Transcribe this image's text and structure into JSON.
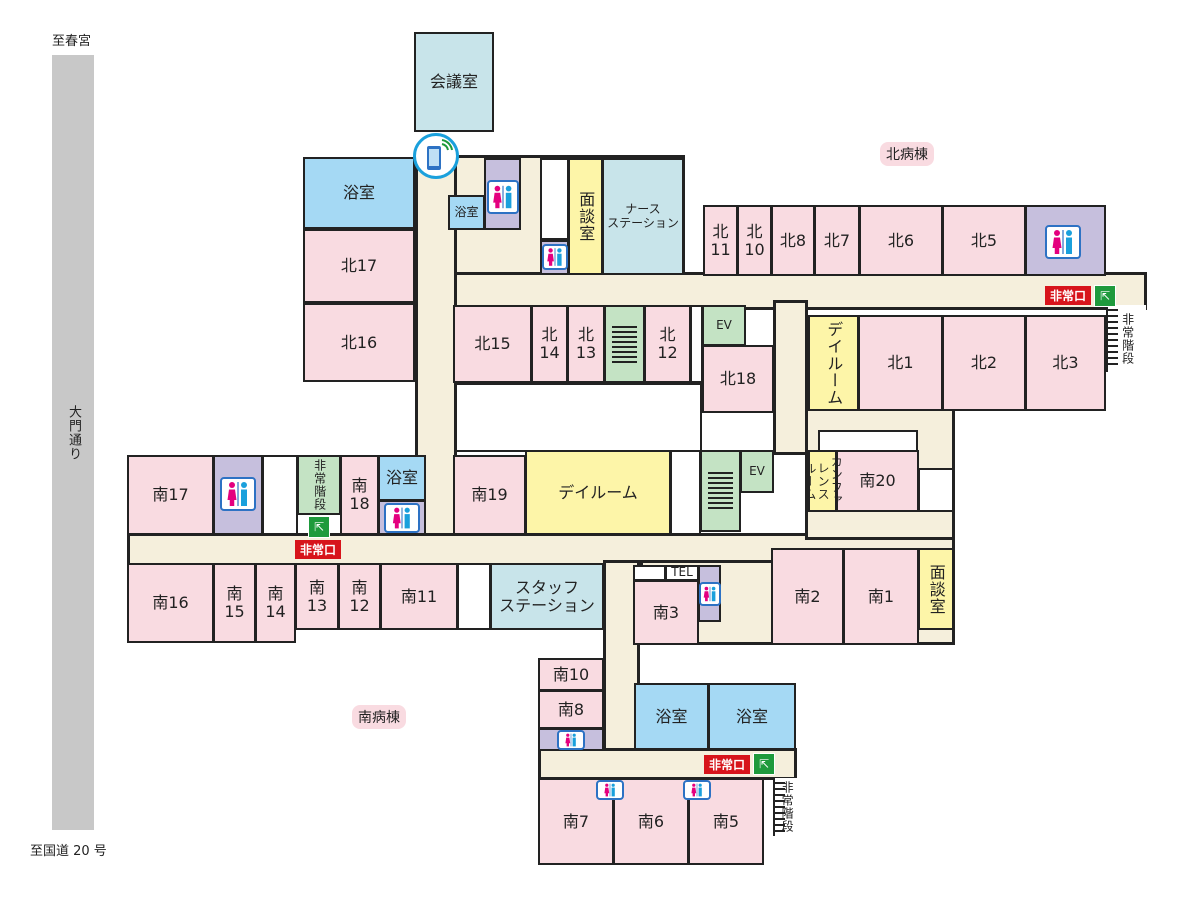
{
  "roads": {
    "top_label": "至春宮",
    "street": "大門通り",
    "bottom_label": "至国道 20 号"
  },
  "wings": {
    "north": "北病棟",
    "south": "南病棟"
  },
  "rooms": {
    "kaigi": "会議室",
    "bath_n1": "浴室",
    "n17": "北17",
    "n16": "北16",
    "bath_n2": "浴室",
    "mendan_n": "面談室",
    "nurse": "ナース\nステーション",
    "n11": "北\n11",
    "n10": "北\n10",
    "n8": "北8",
    "n7": "北7",
    "n6": "北6",
    "n5": "北5",
    "n15": "北15",
    "n14": "北\n14",
    "n13": "北\n13",
    "n12": "北\n12",
    "ev_n": "EV",
    "n18": "北18",
    "day_n": "デイルーム",
    "n1": "北1",
    "n2": "北2",
    "n3": "北3",
    "conf": "カンファレンス\nルーム",
    "s20": "南20",
    "s19": "南19",
    "day_s": "デイルーム",
    "ev_s": "EV",
    "s17": "南17",
    "stairs_w": "非常階段",
    "s18": "南18",
    "bath_s1": "浴室",
    "s16": "南16",
    "s15": "南\n15",
    "s14": "南\n14",
    "s13": "南\n13",
    "s12": "南\n12",
    "s11": "南11",
    "staff": "スタッフ\nステーション",
    "tel": "TEL",
    "s3": "南3",
    "s2": "南2",
    "s1": "南1",
    "mendan_s": "面談室",
    "s10": "南10",
    "s8": "南8",
    "bath_s2": "浴室",
    "bath_s3": "浴室",
    "s7": "南7",
    "s6": "南6",
    "s5": "南5",
    "stairs_ne": "非常階段",
    "stairs_se": "非常階段"
  },
  "exits": {
    "label": "非常口"
  },
  "icons": {
    "phone": "smartphone-wifi-icon",
    "toilet": "toilet-icon",
    "exit": "emergency-exit-icon"
  },
  "colors": {
    "room": "#f9dbe1",
    "corridor": "#f5efdc",
    "bath": "#a5d9f4",
    "station": "#c8e4ea",
    "dayroom": "#fdf5a8",
    "stairs": "#c4e3c4",
    "toilet": "#c6bfdd",
    "exit": "#d7141b"
  }
}
